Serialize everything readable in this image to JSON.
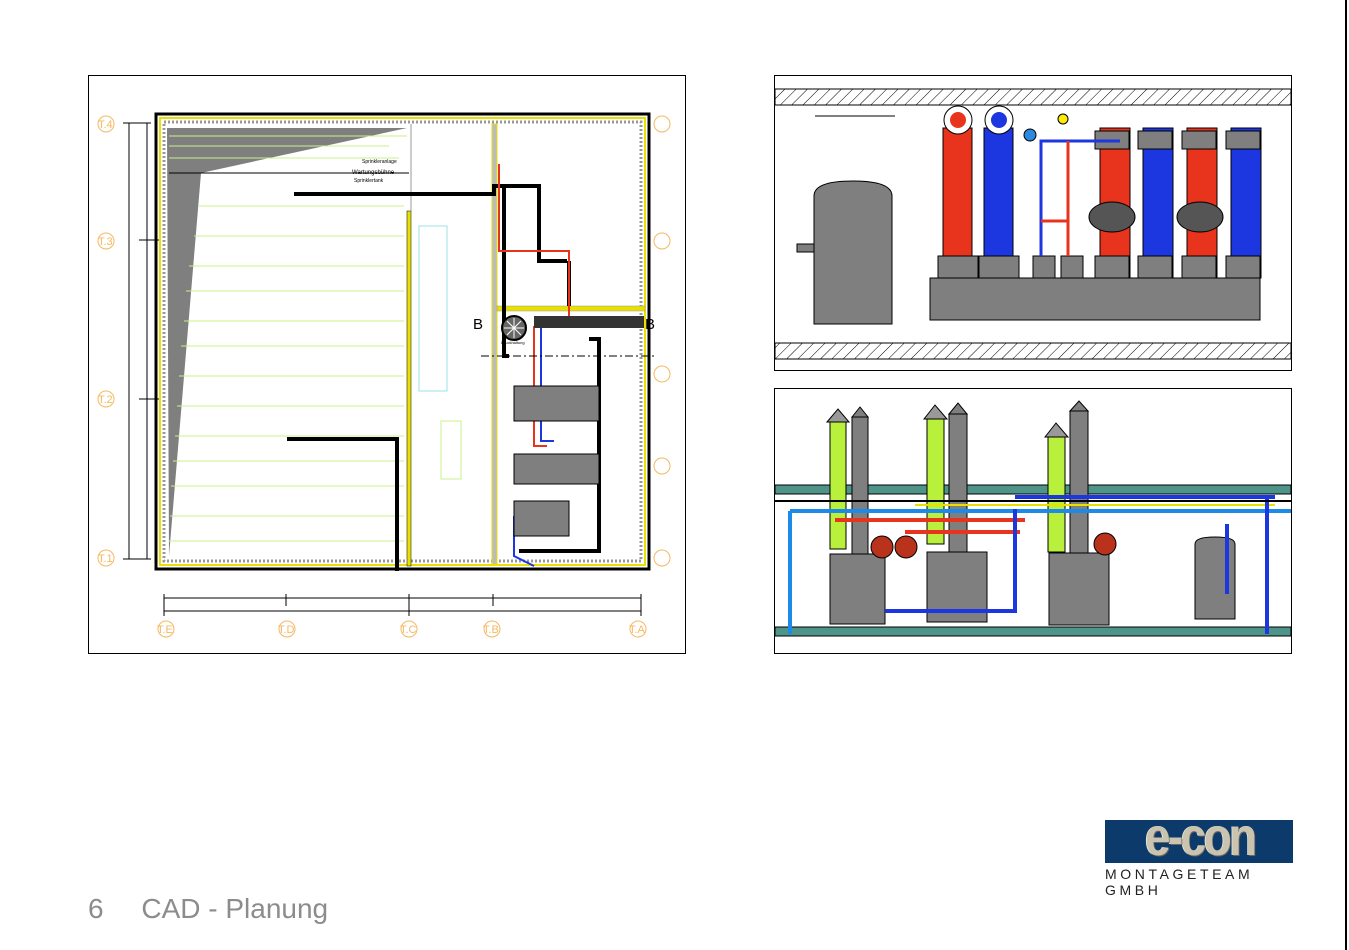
{
  "slide": {
    "page_number": "6",
    "title": "CAD - Planung"
  },
  "logo": {
    "wordmark": "e-con",
    "subtitle": "MONTAGETEAM GMBH",
    "brand_color": "#0b3a6b"
  },
  "plan": {
    "labels": {
      "sprinkler_system": "Sprinkleranlage",
      "maintenance_platform": "Wartungsbühne",
      "sprinkler_tank": "Sprinklertank",
      "pressure_unit": "Druckhaltung"
    },
    "section_marker": "B",
    "grid_rows": [
      "T.4",
      "T.3",
      "T.2",
      "T.1"
    ],
    "grid_columns": [
      "T.E",
      "T.D",
      "T.C",
      "T.B",
      "T.A"
    ]
  },
  "colors": {
    "hot": "#e8341c",
    "cold": "#1c36e0",
    "flue": "#b8f03c",
    "equipment": "#808080",
    "grid": "#f5b860",
    "wall": "#e8e000",
    "beam": "#4e9488"
  }
}
